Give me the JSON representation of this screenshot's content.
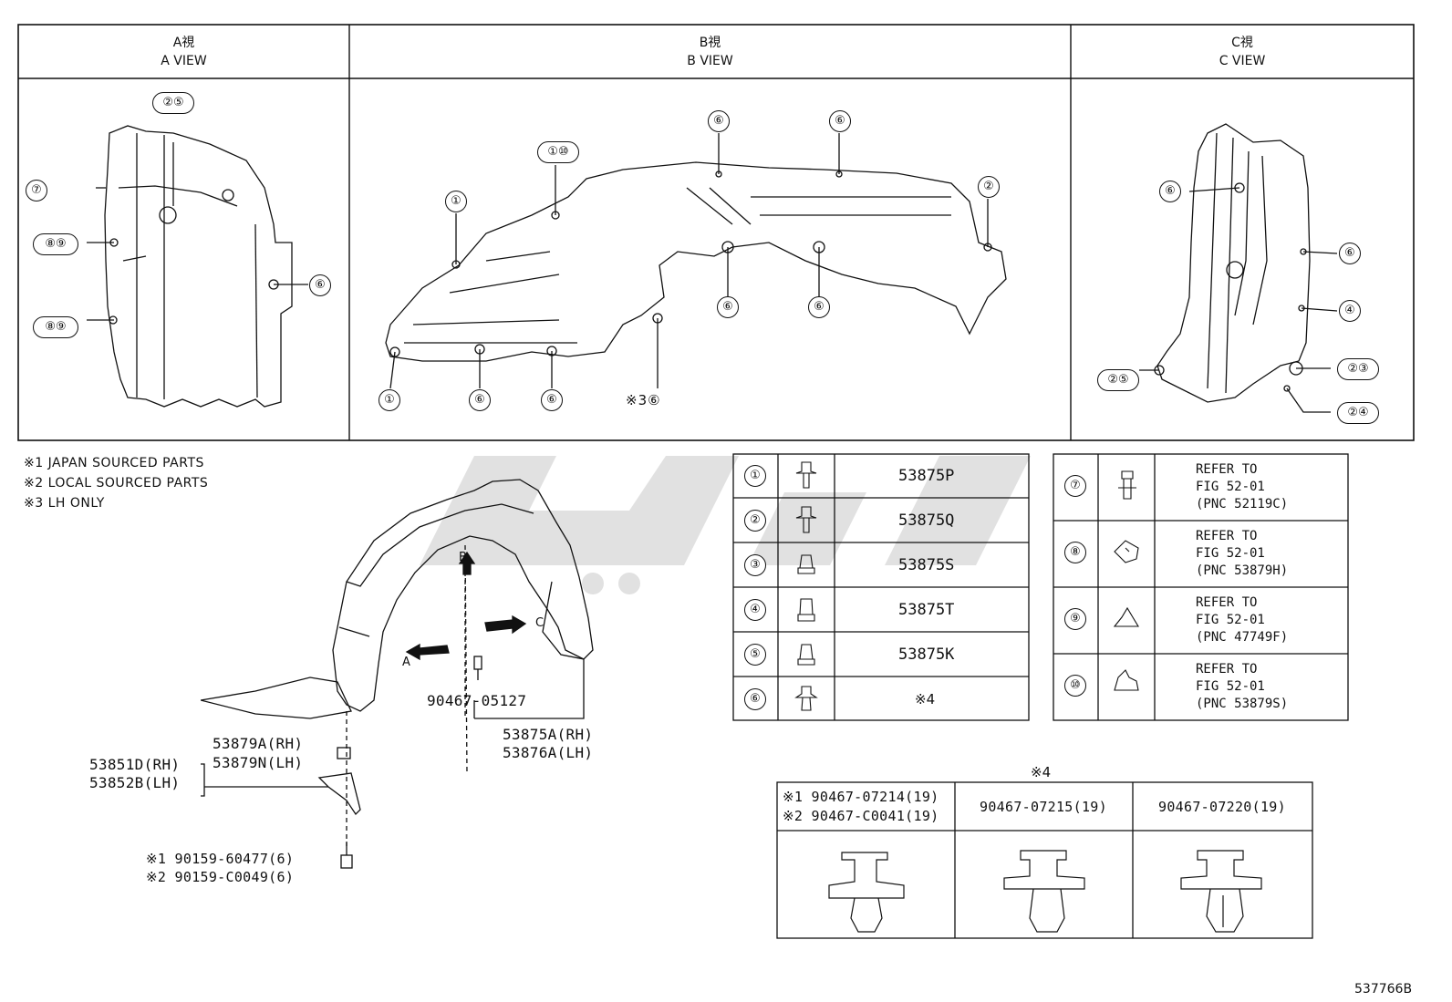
{
  "views": {
    "a": {
      "jp": "A視",
      "en": "A VIEW"
    },
    "b": {
      "jp": "B視",
      "en": "B VIEW"
    },
    "c": {
      "jp": "C視",
      "en": "C VIEW"
    }
  },
  "callouts": {
    "a_view": [
      "②⑤",
      "⑦",
      "⑧⑨",
      "⑧⑨",
      "⑥"
    ],
    "b_view": [
      "①⑩",
      "⑥",
      "⑥",
      "①",
      "②",
      "⑥",
      "⑥",
      "①",
      "⑥",
      "⑥",
      "※3⑥"
    ],
    "c_view": [
      "⑥",
      "⑥",
      "④",
      "②⑤",
      "②③",
      "②④"
    ]
  },
  "notes": [
    "※1 JAPAN SOURCED PARTS",
    "※2 LOCAL SOURCED PARTS",
    "※3 LH ONLY"
  ],
  "arrow_labels": {
    "a": "A",
    "b": "B",
    "c": "C"
  },
  "part_labels": {
    "clip": "90467-05127",
    "liner_rh": "53875A(RH)",
    "liner_lh": "53876A(LH)",
    "nut_rh": "53879A(RH)",
    "nut_lh": "53879N(LH)",
    "bracket_rh": "53851D(RH)",
    "bracket_lh": "53852B(LH)",
    "bolt_1": "※1 90159-60477(6)",
    "bolt_2": "※2 90159-C0049(6)"
  },
  "fastener_table": [
    {
      "num": "①",
      "part": "53875P"
    },
    {
      "num": "②",
      "part": "53875Q"
    },
    {
      "num": "③",
      "part": "53875S"
    },
    {
      "num": "④",
      "part": "53875T"
    },
    {
      "num": "⑤",
      "part": "53875K"
    },
    {
      "num": "⑥",
      "part": "※4"
    }
  ],
  "refer_table": [
    {
      "num": "⑦",
      "l1": "REFER TO",
      "l2": "FIG 52-01",
      "l3": "(PNC 52119C)"
    },
    {
      "num": "⑧",
      "l1": "REFER TO",
      "l2": "FIG 52-01",
      "l3": "(PNC 53879H)"
    },
    {
      "num": "⑨",
      "l1": "REFER TO",
      "l2": "FIG 52-01",
      "l3": "(PNC 47749F)"
    },
    {
      "num": "⑩",
      "l1": "REFER TO",
      "l2": "FIG 52-01",
      "l3": "(PNC 53879S)"
    }
  ],
  "note4": {
    "title": "※4",
    "col1_a": "※1 90467-07214(19)",
    "col1_b": "※2 90467-C0041(19)",
    "col2": "90467-07215(19)",
    "col3": "90467-07220(19)"
  },
  "figure_id": "537766B",
  "colors": {
    "line": "#111111",
    "watermark": "#d9d9d9"
  }
}
